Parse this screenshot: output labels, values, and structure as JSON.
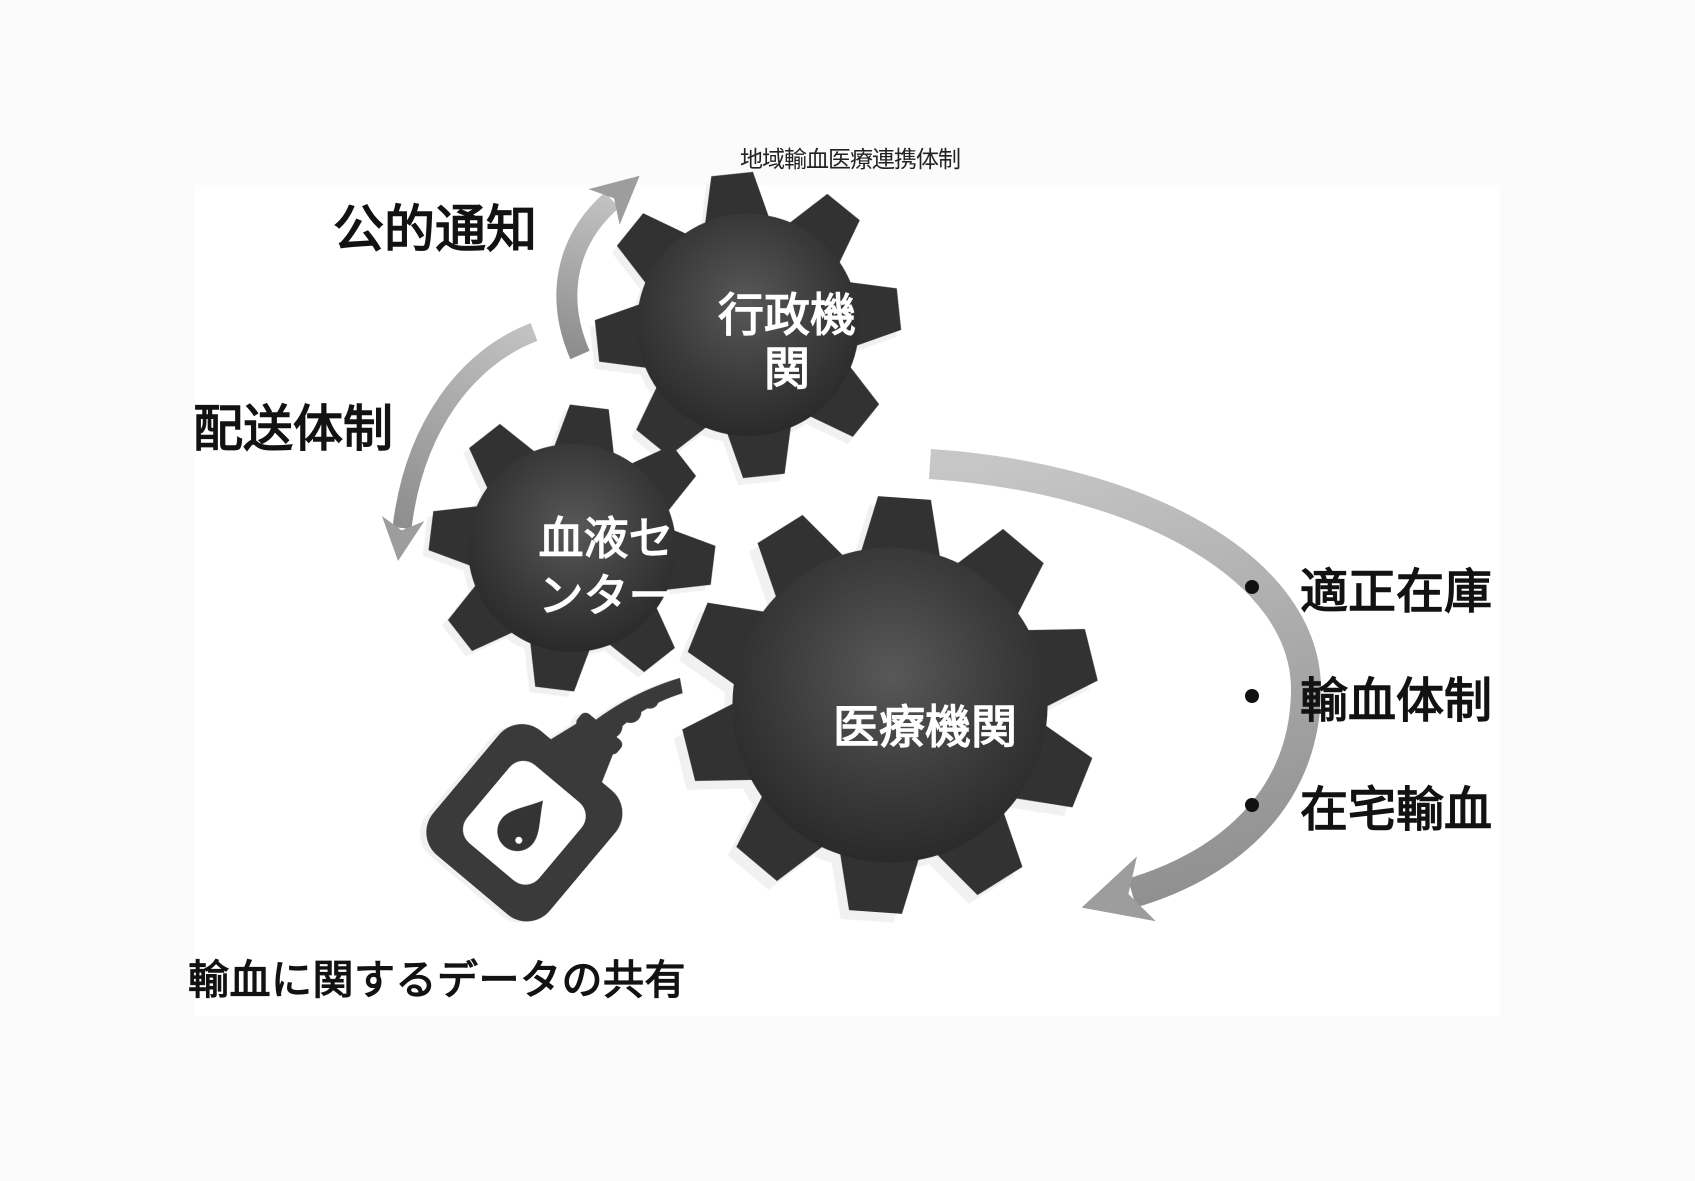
{
  "title": "地域輸血医療連携体制",
  "gears": {
    "admin": {
      "label": "行政機関"
    },
    "blood_center": {
      "label": "血液センター"
    },
    "medical": {
      "label": "医療機関"
    }
  },
  "labels": {
    "public_notice": "公的通知",
    "delivery_system": "配送体制",
    "data_sharing": "輸血に関するデータの共有"
  },
  "bullet_list": {
    "items": [
      {
        "label": "適正在庫"
      },
      {
        "label": "輸血体制"
      },
      {
        "label": "在宅輸血"
      }
    ]
  },
  "icons": {
    "oil_can": "oil-can-icon",
    "gear": "gear-icon",
    "arrows": [
      "curved-arrow-up-icon",
      "curved-arrow-down-icon",
      "large-circular-arrow-icon"
    ]
  },
  "colors": {
    "background": "#fbfbfb",
    "panel": "#ffffff",
    "gear_dark": "#3a3a3a",
    "arrow_gray": "#9d9d9d",
    "text_black": "#121212",
    "gear_text": "#ffffff"
  }
}
